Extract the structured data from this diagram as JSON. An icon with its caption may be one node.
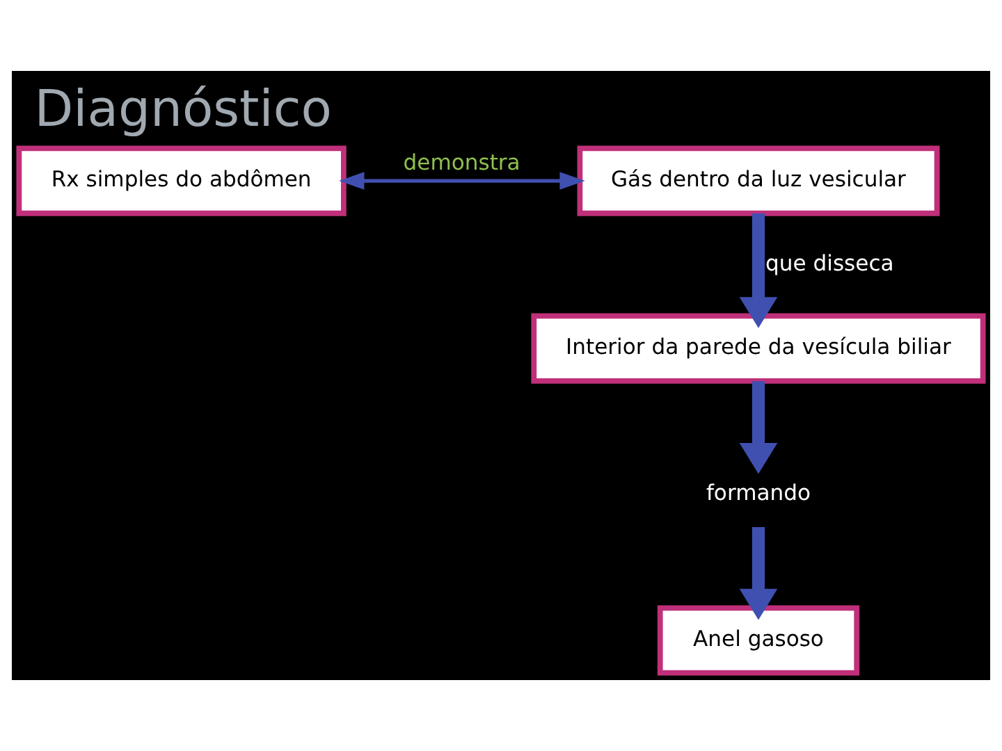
{
  "diagram": {
    "title": "Diagnóstico",
    "nodes": [
      {
        "text": [
          "Rx simples do abdômen"
        ]
      },
      {
        "text": [
          "Gás dentro da luz vesicular"
        ]
      },
      {
        "text": [
          "Interior da parede da vesícula biliar"
        ]
      },
      {
        "text": [
          "formando"
        ]
      },
      {
        "text": [
          "Anel gasoso"
        ]
      }
    ],
    "edges": [
      {
        "from": 0,
        "to": 1,
        "arrow": "both",
        "label": "demonstra"
      },
      {
        "from": 1,
        "to": 2,
        "arrow": "to",
        "label": "que disseca"
      },
      {
        "from": 2,
        "to": 3,
        "arrow": "to"
      },
      {
        "from": 3,
        "to": 4,
        "arrow": "to"
      }
    ]
  }
}
